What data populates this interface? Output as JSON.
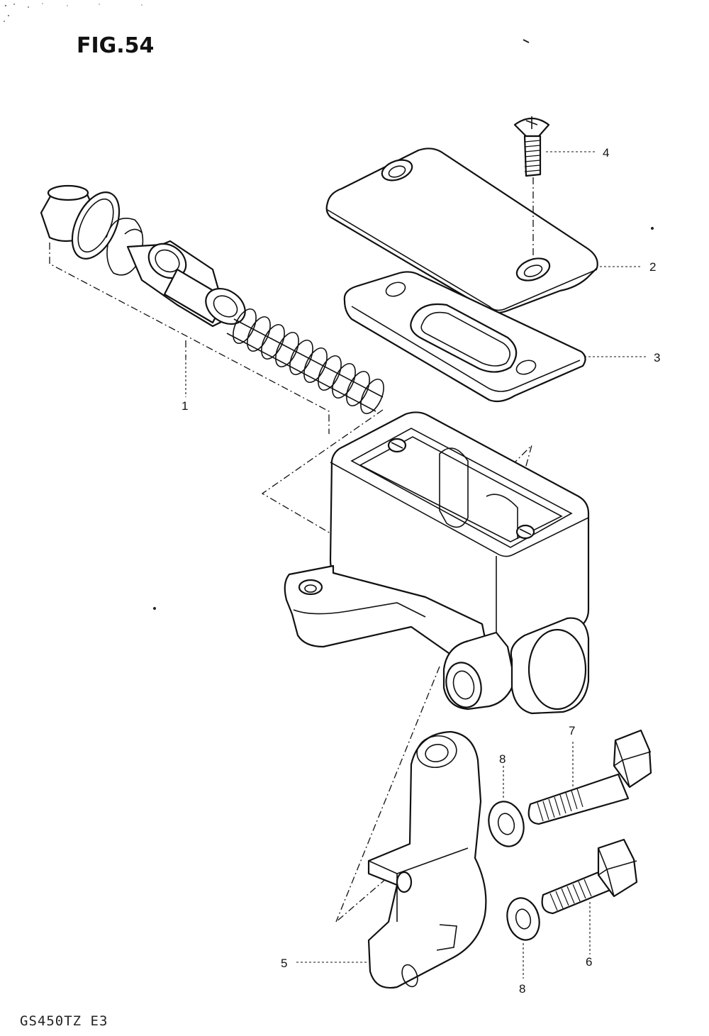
{
  "figure": {
    "title": "FIG.54",
    "model_code": "GS450TZ E3"
  },
  "callouts": {
    "piston_set": "1",
    "reservoir_cap": "2",
    "diaphragm": "3",
    "cap_screw": "4",
    "clamp_holder": "5",
    "clamp_bolt": "6",
    "union_bolt": "7",
    "washer_upper": "8",
    "washer_lower": "8"
  }
}
